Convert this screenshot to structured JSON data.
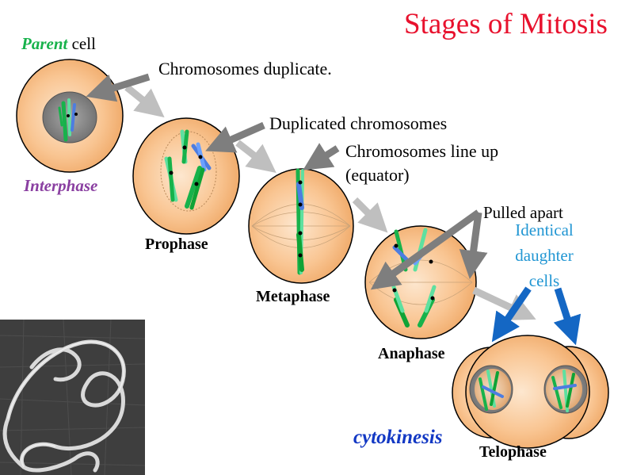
{
  "title": "Stages of Mitosis",
  "labels": {
    "parent_italic": "Parent",
    "parent_rest": " cell",
    "interphase": "Interphase",
    "prophase": "Prophase",
    "metaphase": "Metaphase",
    "anaphase": "Anaphase",
    "telophase": "Telophase",
    "cytokinesis": "cytokinesis"
  },
  "callouts": {
    "duplicate": "Chromosomes duplicate.",
    "duplicated": "Duplicated chromosomes",
    "line_up_1": "Chromosomes line up",
    "line_up_2": "(equator)",
    "pulled_apart": "Pulled apart",
    "identical_1": "Identical",
    "identical_2": "daughter",
    "identical_3": "cells"
  },
  "colors": {
    "title": "#e8112d",
    "cell_fill": "#f9c089",
    "nucleus": "#8f8f8f",
    "chrom_green": "#17b24b",
    "chrom_light": "#5ee0a0",
    "chrom_blue": "#4d7de0",
    "arrow_gray": "#7e7e7e",
    "arrow_light": "#bfbfbf",
    "arrow_blue": "#1467c4",
    "interphase": "#8a3fa1",
    "identical": "#2196d3"
  }
}
